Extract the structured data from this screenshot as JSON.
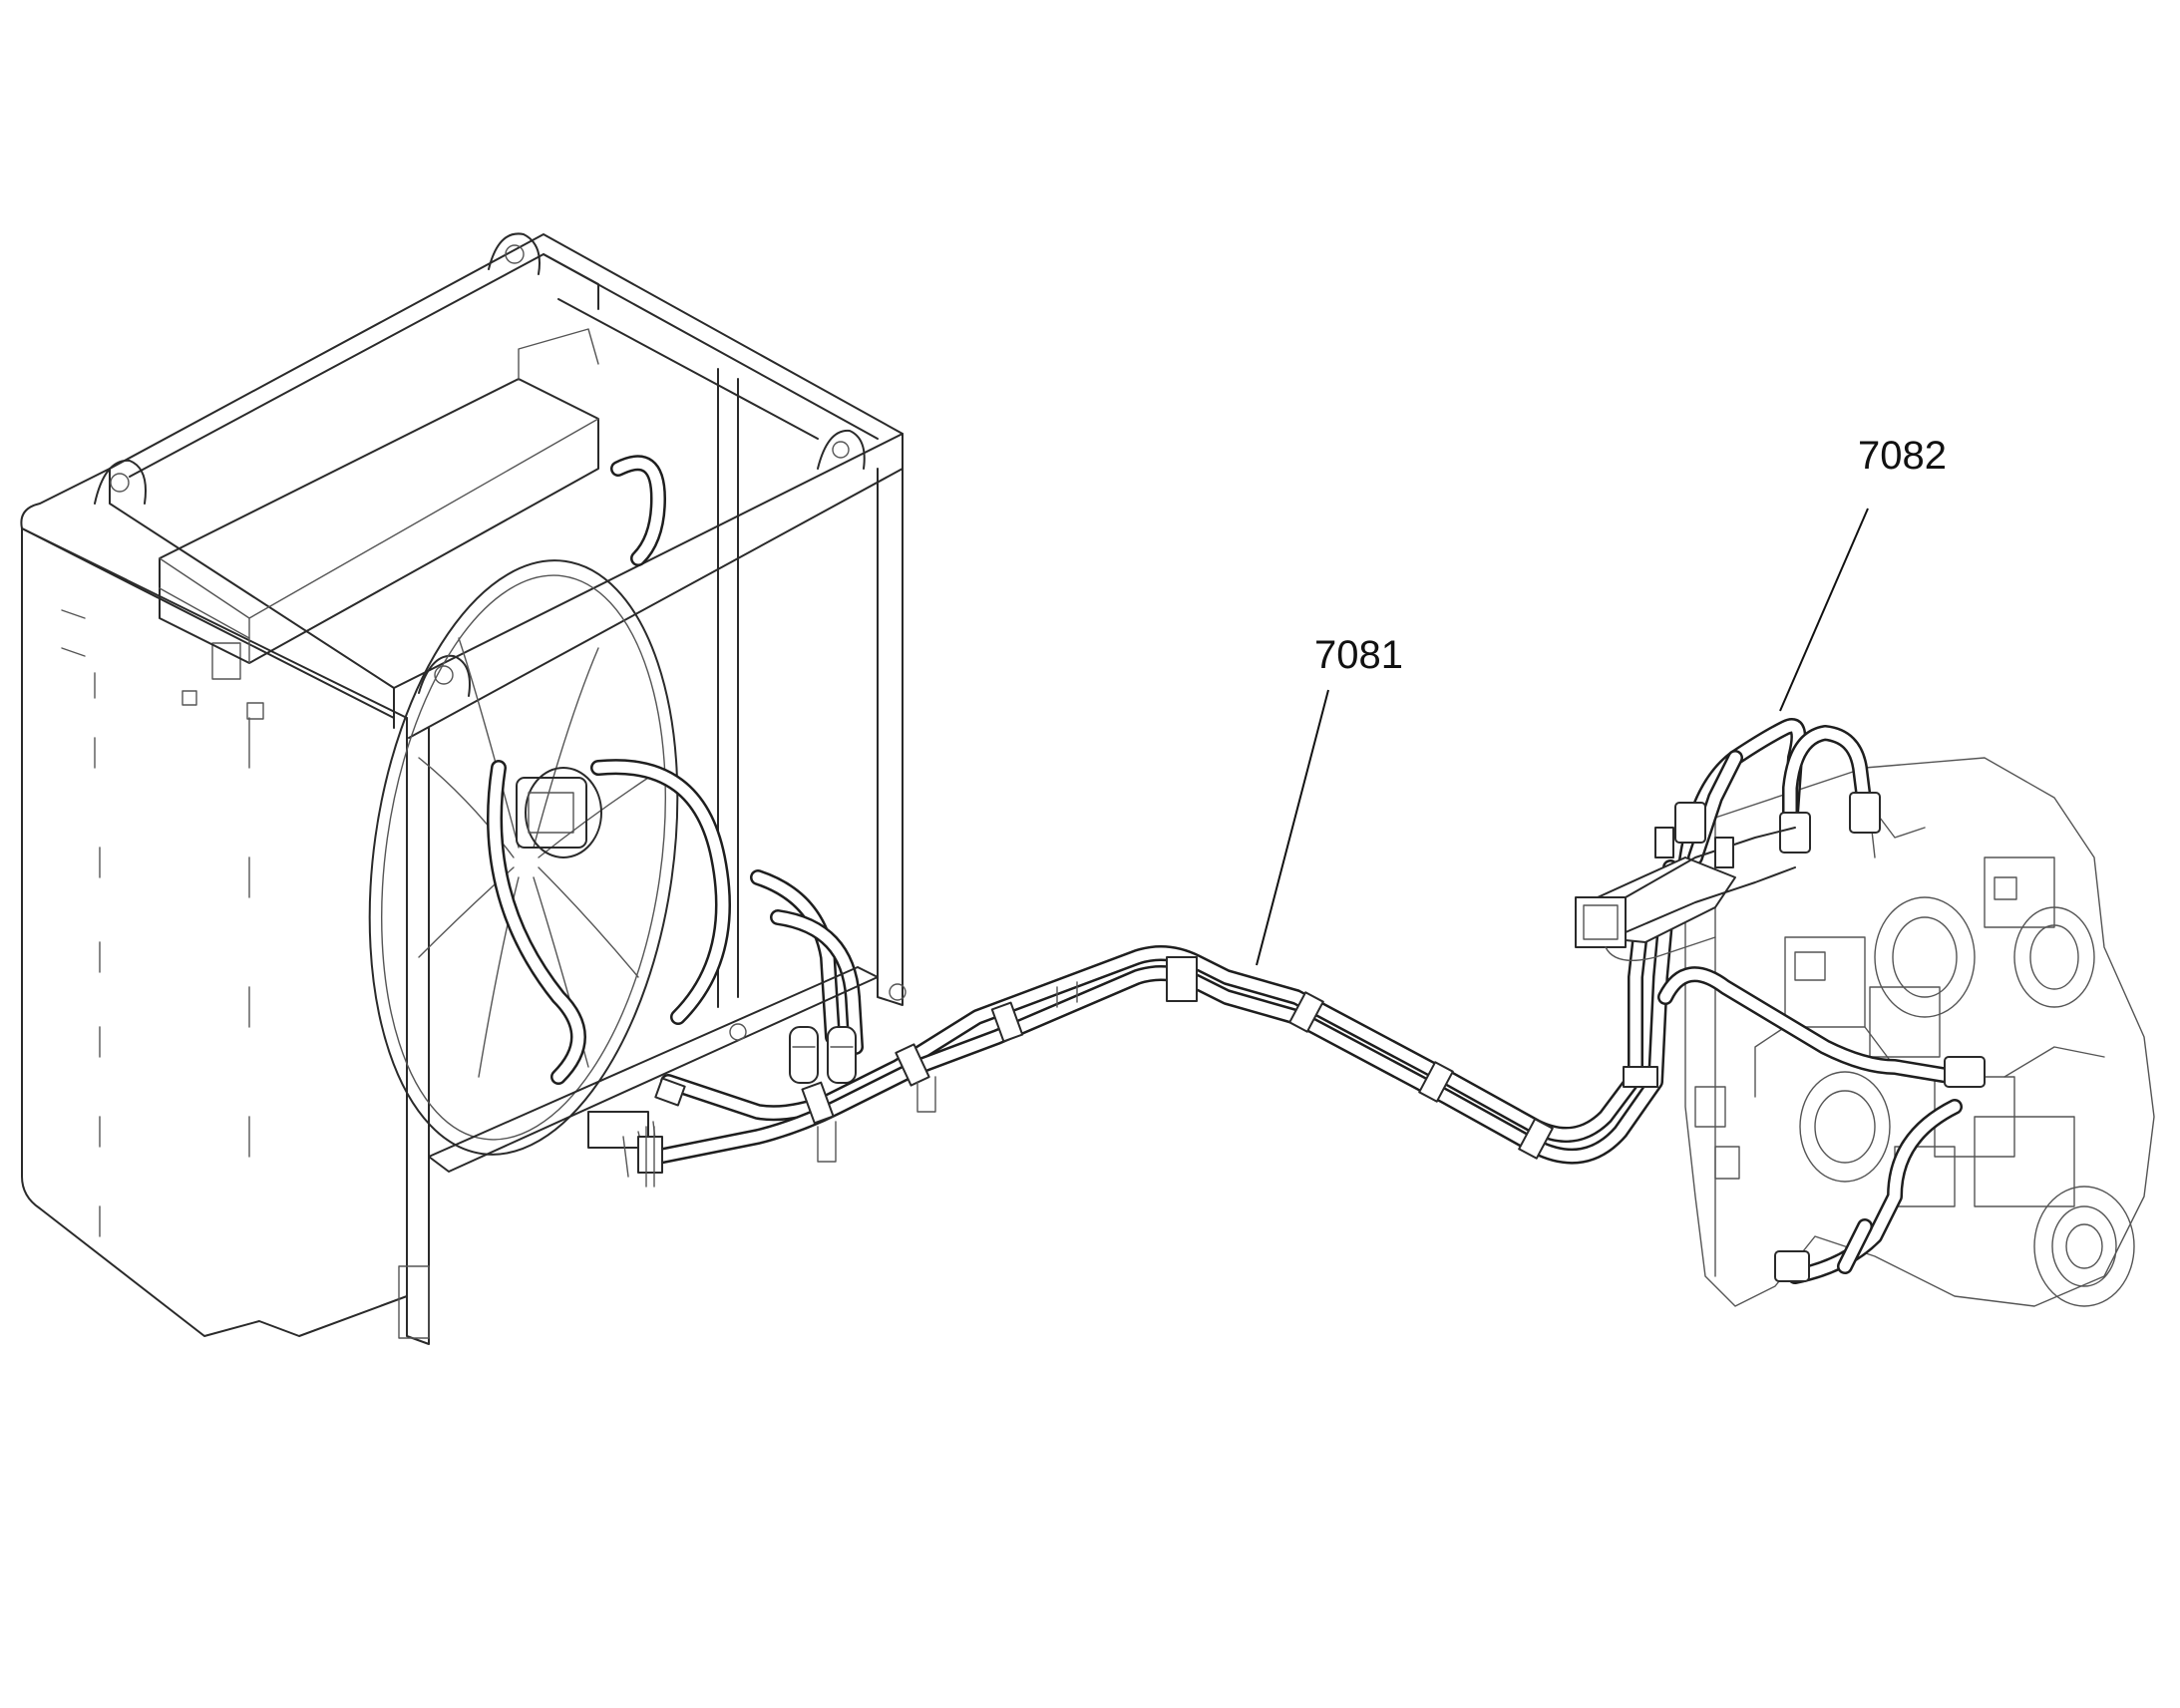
{
  "callouts": [
    {
      "id": "7081",
      "label": "7081"
    },
    {
      "id": "7082",
      "label": "7082"
    }
  ]
}
